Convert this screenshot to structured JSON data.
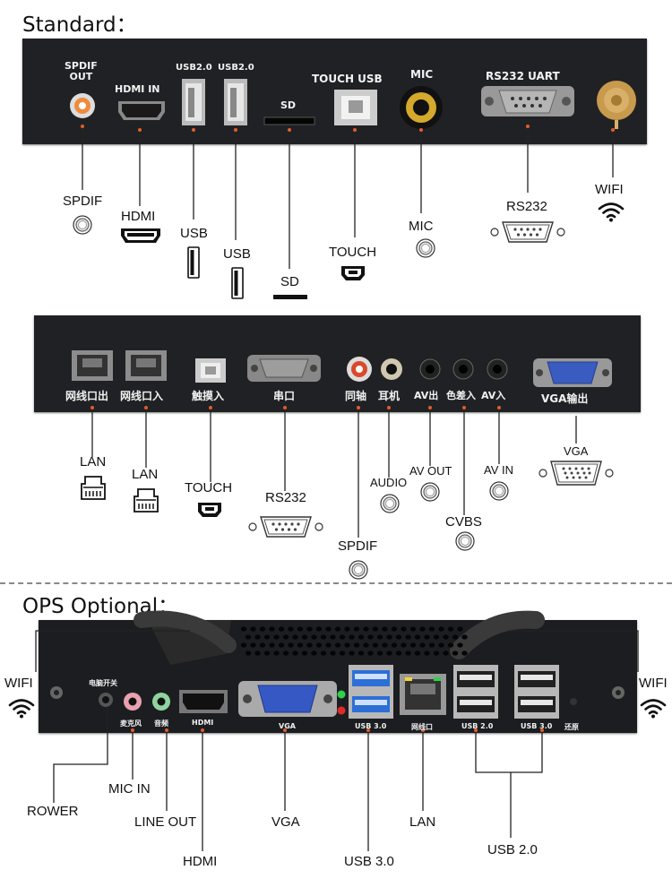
{
  "titles": {
    "standard": "Standard：",
    "ops": "OPS Optional："
  },
  "panel1": {
    "labels": {
      "spdif_out": "SPDIF\nOUT",
      "hdmi_in": "HDMI   IN",
      "usb20_a": "USB2.0",
      "usb20_b": "USB2.0",
      "sd": "SD",
      "touch_usb": "TOUCH   USB",
      "mic": "MIC",
      "rs232_uart": "RS232   UART"
    },
    "callouts": {
      "spdif": "SPDIF",
      "hdmi": "HDMI",
      "usb_a": "USB",
      "usb_b": "USB",
      "sd": "SD",
      "touch": "TOUCH",
      "mic": "MIC",
      "rs232": "RS232",
      "wifi": "WIFI"
    }
  },
  "panel2": {
    "labels": {
      "lan_out": "网线口出",
      "lan_in": "网线口入",
      "touch_in": "触摸入",
      "serial": "串口",
      "coax": "同轴",
      "earphone": "耳机",
      "av_out": "AV出",
      "color_diff": "色差入",
      "av_in": "AV入",
      "vga_out": "VGA输出"
    },
    "callouts": {
      "lan_a": "LAN",
      "lan_b": "LAN",
      "touch": "TOUCH",
      "rs232": "RS232",
      "spdif": "SPDIF",
      "audio": "AUDIO",
      "av_out": "AV OUT",
      "cvbs": "CVBS",
      "av_in": "AV IN",
      "vga": "VGA"
    }
  },
  "panel3": {
    "labels": {
      "power_switch": "电脑开关",
      "mic": "麦克风",
      "audio": "音频",
      "hdmi": "HDMI",
      "vga": "VGA",
      "usb30": "USB 3.0",
      "lan": "网线口",
      "usb20_a": "USB 2.0",
      "usb20_b": "USB 3.0",
      "reset": "还原"
    },
    "callouts": {
      "wifi_left": "WIFI",
      "wifi_right": "WIFI",
      "power": "ROWER",
      "mic_in": "MIC IN",
      "line_out": "LINE OUT",
      "hdmi": "HDMI",
      "vga": "VGA",
      "usb30": "USB 3.0",
      "lan": "LAN",
      "usb20": "USB 2.0"
    }
  }
}
